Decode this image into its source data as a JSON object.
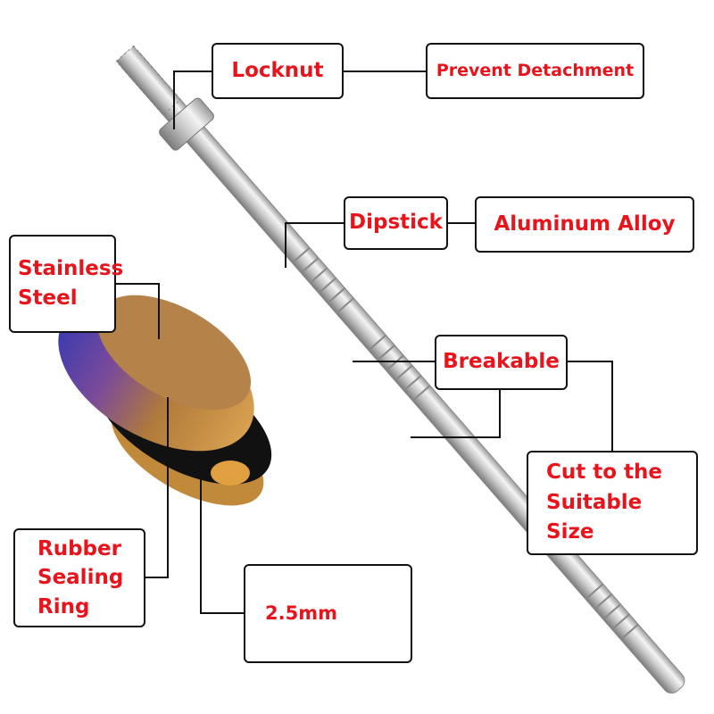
{
  "labels": {
    "locknut": "Locknut",
    "prevent_detachment": "Prevent Detachment",
    "dipstick": "Dipstick",
    "aluminum_alloy": "Aluminum Alloy",
    "stainless_steel": [
      "Stainless",
      "Steel"
    ],
    "breakable": "Breakable",
    "cut_to_size": [
      "Cut to the",
      "Suitable Size"
    ],
    "rubber_sealing_ring": [
      "Rubber",
      "Sealing",
      "Ring"
    ],
    "thickness": "2.5mm"
  },
  "colors": {
    "label_text": "#e8141c",
    "border": "#111111"
  }
}
